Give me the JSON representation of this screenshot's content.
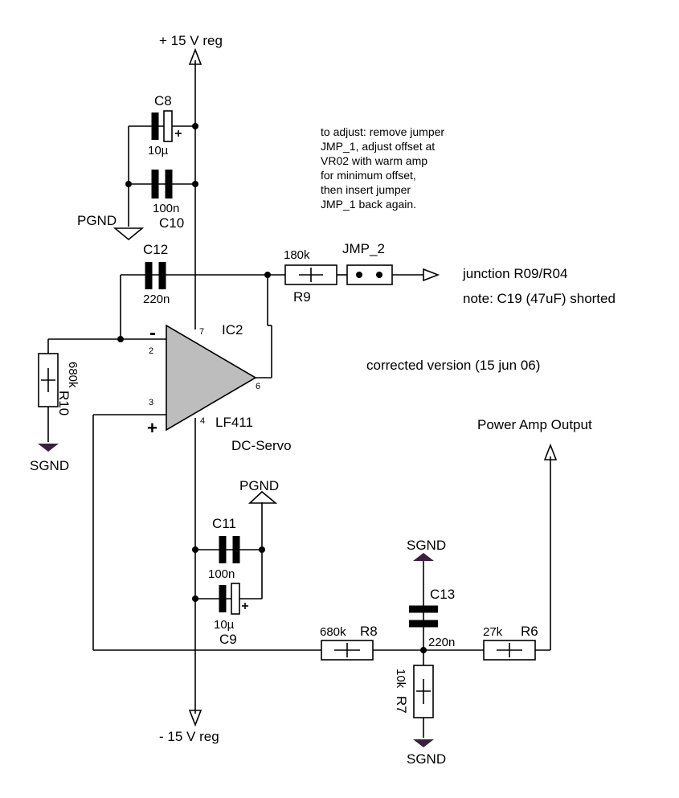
{
  "rails": {
    "positive": "+ 15 V reg",
    "negative": "- 15 V reg"
  },
  "ic": {
    "ref": "IC2",
    "part": "LF411",
    "function": "DC-Servo",
    "pins": {
      "inv": "2",
      "noninv": "3",
      "vplus": "7",
      "vminus": "4",
      "out": "6"
    },
    "minus_sign": "-",
    "plus_sign": "+",
    "fill_color": "#bdbdbd"
  },
  "components": {
    "C8": {
      "ref": "C8",
      "value": "10µ"
    },
    "C10": {
      "ref": "C10",
      "value": "100n"
    },
    "C12": {
      "ref": "C12",
      "value": "220n"
    },
    "R9": {
      "ref": "R9",
      "value": "180k"
    },
    "JMP2": {
      "ref": "JMP_2"
    },
    "R10": {
      "ref": "R10",
      "value": "680k"
    },
    "C11": {
      "ref": "C11",
      "value": "100n"
    },
    "C9": {
      "ref": "C9",
      "value": "10µ"
    },
    "C13": {
      "ref": "C13",
      "value": "220n"
    },
    "R8": {
      "ref": "R8",
      "value": "680k"
    },
    "R6": {
      "ref": "R6",
      "value": "27k"
    },
    "R7": {
      "ref": "R7",
      "value": "10k"
    }
  },
  "grounds": {
    "pgnd_top": "PGND",
    "pgnd_bottom": "PGND",
    "sgnd_left": "SGND",
    "sgnd_c13": "SGND",
    "sgnd_r7": "SGND",
    "sgnd_color": "#3a1f3f"
  },
  "labels": {
    "junction": "junction R09/R04",
    "note_c19": "note: C19 (47uF) shorted",
    "corrected": "corrected version (15 jun 06)",
    "power_amp_output": "Power Amp Output"
  },
  "adjust_note": [
    "to adjust: remove jumper",
    "JMP_1, adjust offset at",
    "VR02 with warm amp",
    "for minimum offset,",
    "then insert jumper",
    "JMP_1 back again."
  ]
}
